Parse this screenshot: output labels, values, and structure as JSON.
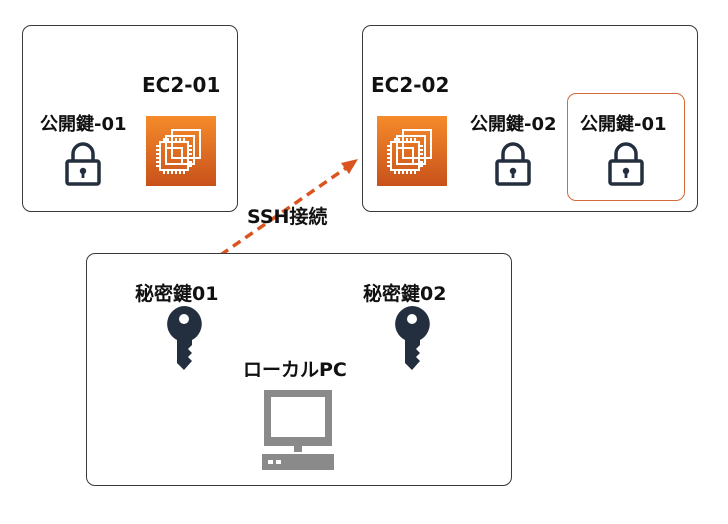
{
  "servers": [
    {
      "name": "EC2-01",
      "keys": [
        "公開鍵-01"
      ]
    },
    {
      "name": "EC2-02",
      "keys": [
        "公開鍵-02",
        "公開鍵-01"
      ]
    }
  ],
  "connection": {
    "label": "SSH接続"
  },
  "local_pc": {
    "name": "ローカルPC",
    "private_keys": [
      "秘密鍵01",
      "秘密鍵02"
    ]
  },
  "icons": {
    "ec2": "ec2-instance-icon",
    "lock": "padlock-icon",
    "key": "key-icon",
    "computer": "desktop-computer-icon"
  },
  "colors": {
    "ec2_gradient_top": "#f58b2a",
    "ec2_gradient_bottom": "#c8511b",
    "arrow": "#d9541e",
    "highlight": "#d4693a",
    "icon_dark": "#232f3e",
    "computer_gray": "#8a8a8a"
  }
}
